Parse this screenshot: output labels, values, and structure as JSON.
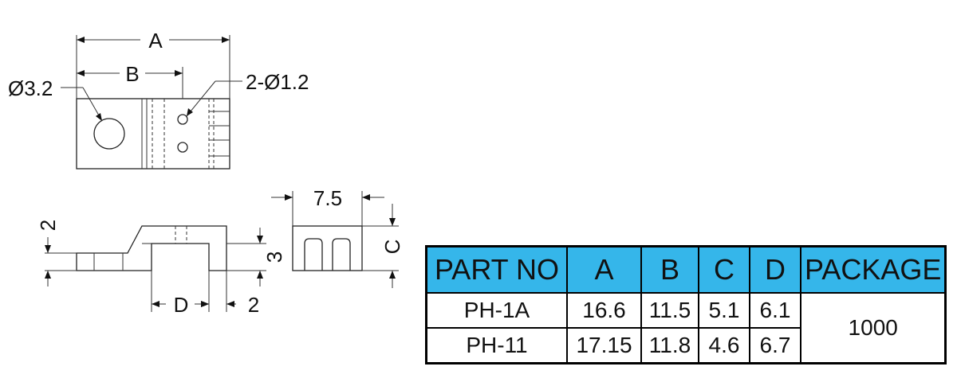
{
  "drawing": {
    "dimensions": {
      "a": "A",
      "b": "B",
      "large_hole": "Ø3.2",
      "small_holes": "2-Ø1.2",
      "width": "7.5",
      "c": "C",
      "two_left": "2",
      "three": "3",
      "d": "D",
      "two_bottom": "2"
    }
  },
  "table": {
    "headers": [
      "PART NO",
      "A",
      "B",
      "C",
      "D",
      "PACKAGE"
    ],
    "rows": [
      {
        "part_no": "PH-1A",
        "a": "16.6",
        "b": "11.5",
        "c": "5.1",
        "d": "6.1"
      },
      {
        "part_no": "PH-11",
        "a": "17.15",
        "b": "11.8",
        "c": "4.6",
        "d": "6.7"
      }
    ],
    "package": "1000"
  },
  "colors": {
    "header_bg": "#35b6ea",
    "line": "#222222"
  }
}
